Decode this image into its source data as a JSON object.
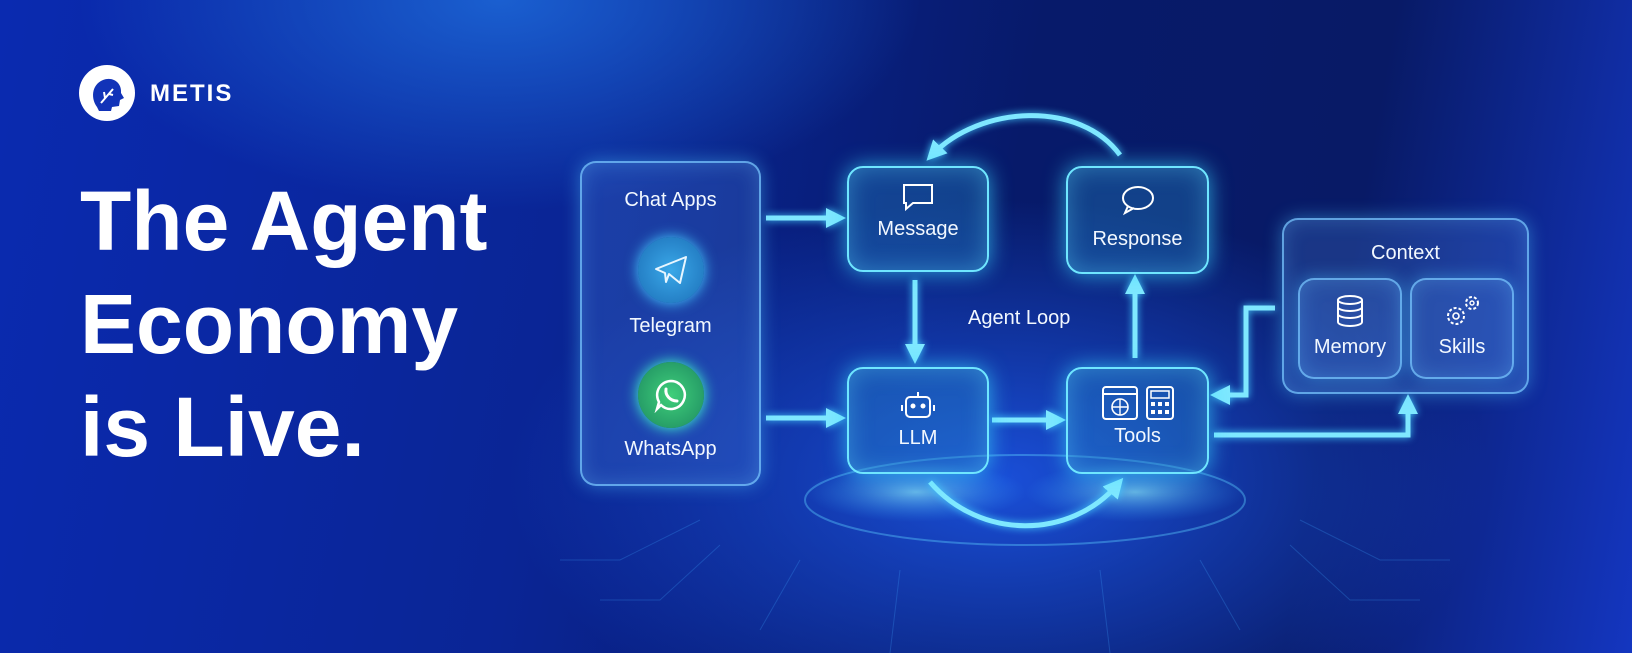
{
  "brand": {
    "name": "METIS"
  },
  "headline": {
    "line1": "The Agent",
    "line2": "Economy",
    "line3": "is Live."
  },
  "diagram": {
    "chat_apps": {
      "title": "Chat Apps",
      "items": [
        {
          "label": "Telegram",
          "icon": "telegram-icon"
        },
        {
          "label": "WhatsApp",
          "icon": "whatsapp-icon"
        }
      ]
    },
    "loop_label": "Agent Loop",
    "nodes": {
      "message": "Message",
      "response": "Response",
      "llm": "LLM",
      "tools": "Tools"
    },
    "context": {
      "title": "Context",
      "items": [
        {
          "label": "Memory",
          "icon": "database-icon"
        },
        {
          "label": "Skills",
          "icon": "gears-icon"
        }
      ]
    }
  },
  "colors": {
    "accent": "#6fe6ff",
    "background": "#0a2595"
  }
}
